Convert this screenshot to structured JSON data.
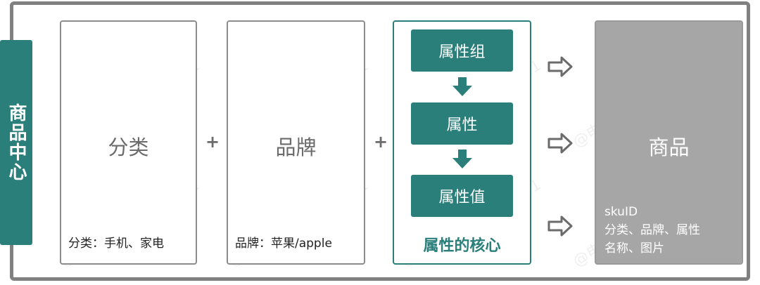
{
  "side_tab": "商品中心",
  "boxes": {
    "category": {
      "title": "分类",
      "note": "分类：手机、家电"
    },
    "brand": {
      "title": "品牌",
      "note": "品牌：苹果/apple"
    }
  },
  "plus": "+",
  "attribute": {
    "group": "属性组",
    "attr": "属性",
    "value": "属性值",
    "caption": "属性的核心"
  },
  "product": {
    "title": "商品",
    "lines": [
      "skuID",
      "分类、品牌、属性",
      "名称、图片"
    ]
  },
  "watermark": "@电商产品经理从0到1",
  "colors": {
    "teal": "#2a7f7a",
    "gray_border": "#808080",
    "product_fill": "#a6a6a6"
  }
}
